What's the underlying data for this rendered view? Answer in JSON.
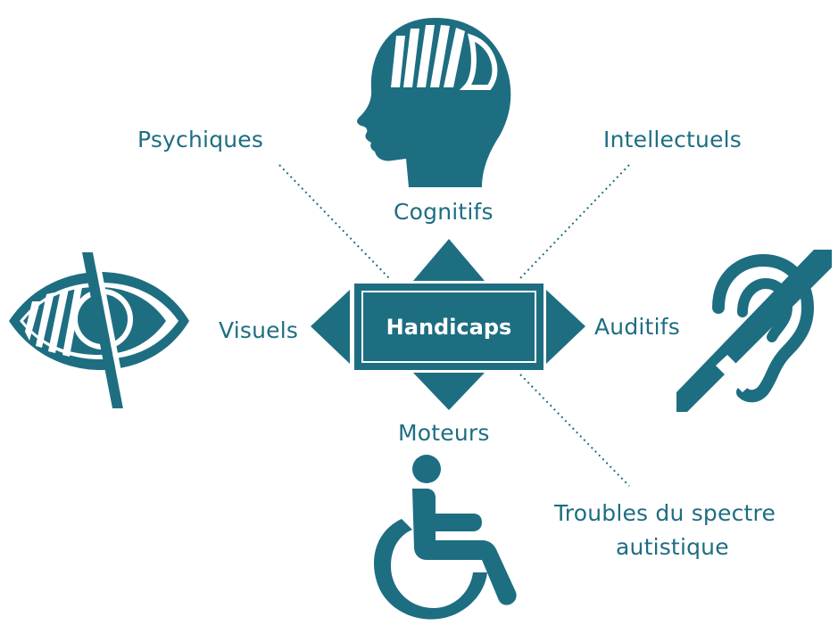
{
  "colors": {
    "primary": "#1e6e82",
    "background": "#ffffff"
  },
  "center": {
    "label": "Handicaps"
  },
  "categories": {
    "top": "Cognitifs",
    "left": "Visuels",
    "right": "Auditifs",
    "bottom": "Moteurs"
  },
  "subcategories": {
    "top_left": "Psychiques",
    "top_right": "Intellectuels",
    "bottom_right_line1": "Troubles du spectre",
    "bottom_right_line2": "autistique"
  },
  "icons": {
    "head": "head-brain-icon",
    "eye": "eye-slash-icon",
    "ear": "ear-hearing-icon",
    "wheelchair": "wheelchair-icon"
  }
}
